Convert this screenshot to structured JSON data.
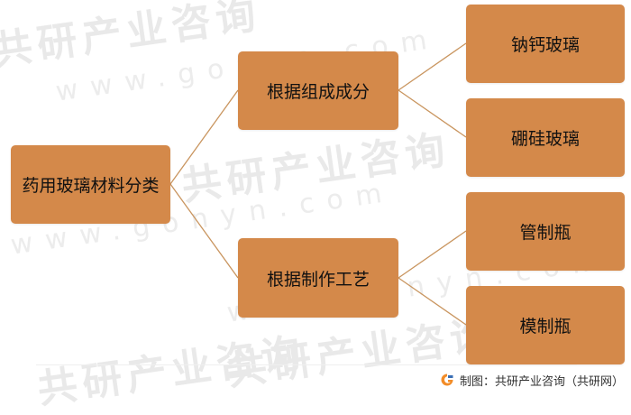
{
  "watermark": {
    "brand": "共研产业咨询",
    "url": "www.gonyn.com"
  },
  "diagram": {
    "root": "药用玻璃材料分类",
    "branches": [
      {
        "label": "根据组成成分",
        "children": [
          "钠钙玻璃",
          "硼硅玻璃"
        ]
      },
      {
        "label": "根据制作工艺",
        "children": [
          "管制瓶",
          "模制瓶"
        ]
      }
    ]
  },
  "footer": {
    "source": "制图：共研产业咨询（共研网）"
  },
  "colors": {
    "node_fill": "#d4894a",
    "connector": "#c9955f",
    "logo_orange": "#f28c28",
    "logo_blue": "#3a6fb5"
  }
}
